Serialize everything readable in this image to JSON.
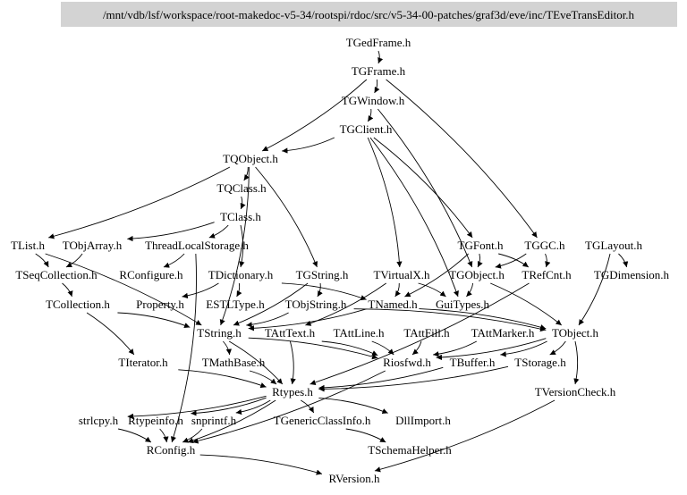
{
  "title": "/mnt/vdb/lsf/workspace/root-makedoc-v5-34/rootspi/rdoc/src/v5-34-00-patches/graf3d/eve/inc/TEveTransEditor.h",
  "colors": {
    "title_box": "#d3d3d3",
    "edge": "#000000"
  },
  "nodes": {
    "TGedFrame": "TGedFrame.h",
    "TGFrame": "TGFrame.h",
    "TGWindow": "TGWindow.h",
    "TGClient": "TGClient.h",
    "TQObject": "TQObject.h",
    "TQClass": "TQClass.h",
    "TClass": "TClass.h",
    "TList": "TList.h",
    "TObjArray": "TObjArray.h",
    "ThreadLocalStorage": "ThreadLocalStorage.h",
    "TGFont": "TGFont.h",
    "TGGC": "TGGC.h",
    "TGLayout": "TGLayout.h",
    "TSeqCollection": "TSeqCollection.h",
    "RConfigure": "RConfigure.h",
    "TDictionary": "TDictionary.h",
    "TGString": "TGString.h",
    "TVirtualX": "TVirtualX.h",
    "TGObject": "TGObject.h",
    "TRefCnt": "TRefCnt.h",
    "TGDimension": "TGDimension.h",
    "TCollection": "TCollection.h",
    "Property": "Property.h",
    "ESTLType": "ESTLType.h",
    "TObjString": "TObjString.h",
    "TNamed": "TNamed.h",
    "GuiTypes": "GuiTypes.h",
    "TString": "TString.h",
    "TAttText": "TAttText.h",
    "TAttLine": "TAttLine.h",
    "TAttFill": "TAttFill.h",
    "TAttMarker": "TAttMarker.h",
    "TObject": "TObject.h",
    "TIterator": "TIterator.h",
    "TMathBase": "TMathBase.h",
    "Riosfwd": "Riosfwd.h",
    "TBuffer": "TBuffer.h",
    "TStorage": "TStorage.h",
    "Rtypes": "Rtypes.h",
    "TVersionCheck": "TVersionCheck.h",
    "strlcpy": "strlcpy.h",
    "Rtypeinfo": "Rtypeinfo.h",
    "snprintf": "snprintf.h",
    "TGenericClassInfo": "TGenericClassInfo.h",
    "DllImport": "DllImport.h",
    "RConfig": "RConfig.h",
    "TSchemaHelper": "TSchemaHelper.h",
    "RVersion": "RVersion.h"
  },
  "edges": [
    [
      "TGedFrame",
      "TGFrame"
    ],
    [
      "TGFrame",
      "TGWindow"
    ],
    [
      "TGFrame",
      "TQObject"
    ],
    [
      "TGFrame",
      "TGGC"
    ],
    [
      "TGWindow",
      "TGClient"
    ],
    [
      "TGWindow",
      "TGObject"
    ],
    [
      "TGClient",
      "TQObject"
    ],
    [
      "TGClient",
      "TGFont"
    ],
    [
      "TGClient",
      "TVirtualX"
    ],
    [
      "TGClient",
      "GuiTypes"
    ],
    [
      "TQObject",
      "TQClass"
    ],
    [
      "TQObject",
      "TList"
    ],
    [
      "TQObject",
      "TGString"
    ],
    [
      "TQObject",
      "TString"
    ],
    [
      "TQClass",
      "TClass"
    ],
    [
      "TClass",
      "TObjArray"
    ],
    [
      "TClass",
      "ThreadLocalStorage"
    ],
    [
      "TClass",
      "TDictionary"
    ],
    [
      "TList",
      "TSeqCollection"
    ],
    [
      "TObjArray",
      "TSeqCollection"
    ],
    [
      "TSeqCollection",
      "TCollection"
    ],
    [
      "TCollection",
      "TIterator"
    ],
    [
      "TCollection",
      "TString"
    ],
    [
      "TList",
      "TString"
    ],
    [
      "ThreadLocalStorage",
      "RConfigure"
    ],
    [
      "ThreadLocalStorage",
      "RConfig"
    ],
    [
      "TDictionary",
      "Property"
    ],
    [
      "TDictionary",
      "ESTLType"
    ],
    [
      "TDictionary",
      "TNamed"
    ],
    [
      "TGString",
      "TObjString"
    ],
    [
      "TGString",
      "TString"
    ],
    [
      "TObjString",
      "TString"
    ],
    [
      "TObjString",
      "TObject"
    ],
    [
      "TGFont",
      "TGObject"
    ],
    [
      "TGFont",
      "TRefCnt"
    ],
    [
      "TGFont",
      "TNamed"
    ],
    [
      "TGGC",
      "TGObject"
    ],
    [
      "TGGC",
      "TRefCnt"
    ],
    [
      "TGLayout",
      "TGDimension"
    ],
    [
      "TGLayout",
      "TObject"
    ],
    [
      "TGObject",
      "TObject"
    ],
    [
      "TGObject",
      "GuiTypes"
    ],
    [
      "TVirtualX",
      "TNamed"
    ],
    [
      "TVirtualX",
      "GuiTypes"
    ],
    [
      "TVirtualX",
      "TAttText"
    ],
    [
      "TNamed",
      "TObject"
    ],
    [
      "TNamed",
      "TString"
    ],
    [
      "TRefCnt",
      "Rtypes"
    ],
    [
      "TString",
      "TMathBase"
    ],
    [
      "TString",
      "Riosfwd"
    ],
    [
      "TString",
      "Rtypes"
    ],
    [
      "TAttText",
      "Rtypes"
    ],
    [
      "TAttText",
      "Riosfwd"
    ],
    [
      "TAttLine",
      "Riosfwd"
    ],
    [
      "TAttFill",
      "Riosfwd"
    ],
    [
      "TAttMarker",
      "Riosfwd"
    ],
    [
      "TObject",
      "TStorage"
    ],
    [
      "TObject",
      "TBuffer"
    ],
    [
      "TObject",
      "TVersionCheck"
    ],
    [
      "TObject",
      "Riosfwd"
    ],
    [
      "TBuffer",
      "Rtypes"
    ],
    [
      "TStorage",
      "Rtypes"
    ],
    [
      "TIterator",
      "Rtypes"
    ],
    [
      "TMathBase",
      "Rtypes"
    ],
    [
      "Riosfwd",
      "RConfig"
    ],
    [
      "TVersionCheck",
      "RVersion"
    ],
    [
      "Rtypes",
      "strlcpy"
    ],
    [
      "Rtypes",
      "Rtypeinfo"
    ],
    [
      "Rtypes",
      "snprintf"
    ],
    [
      "Rtypes",
      "TGenericClassInfo"
    ],
    [
      "Rtypes",
      "DllImport"
    ],
    [
      "Rtypes",
      "RConfig"
    ],
    [
      "TGenericClassInfo",
      "TSchemaHelper"
    ],
    [
      "strlcpy",
      "RConfig"
    ],
    [
      "Rtypeinfo",
      "RConfig"
    ],
    [
      "snprintf",
      "RConfig"
    ],
    [
      "RConfig",
      "RVersion"
    ]
  ]
}
